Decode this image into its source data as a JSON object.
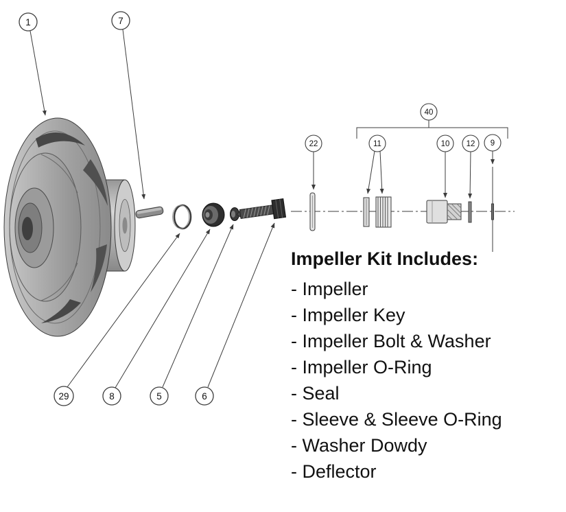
{
  "kit": {
    "title": "Impeller Kit Includes:",
    "items": [
      "- Impeller",
      "- Impeller Key",
      "- Impeller Bolt & Washer",
      "- Impeller O-Ring",
      "- Seal",
      "- Sleeve & Sleeve O-Ring",
      "- Washer Dowdy",
      "- Deflector"
    ]
  },
  "callouts": {
    "impeller": "1",
    "impeller_key": "7",
    "deflector": "22",
    "seal": "11",
    "sleeve": "10",
    "sleeve_oring": "12",
    "washer_dowdy": "9",
    "impeller_kit_group": "40",
    "impeller_oring": "29",
    "seal_head": "8",
    "washer": "5",
    "impeller_bolt": "6"
  },
  "colors": {
    "background": "#ffffff",
    "line": "#3c3c3c",
    "text": "#111111",
    "part_light": "#d9d9d9",
    "part_mid": "#a0a0a0",
    "part_dark": "#2f2f2f"
  }
}
